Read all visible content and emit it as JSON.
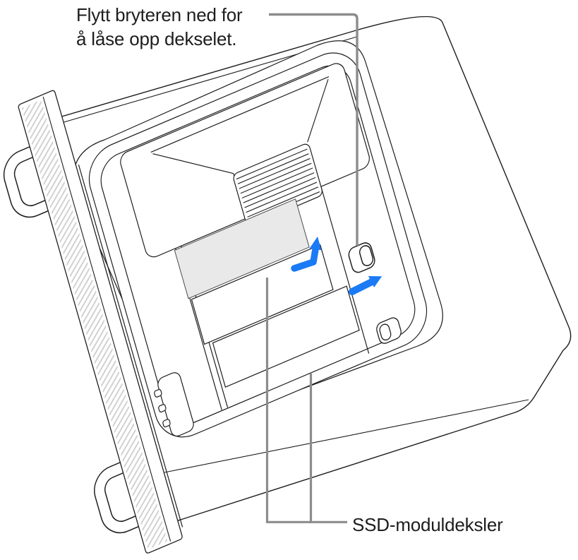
{
  "labels": {
    "unlock": {
      "lines": [
        "Flytt bryteren ned for",
        "å låse opp dekselet."
      ]
    },
    "ssd_covers": {
      "text": "SSD-moduldeksler"
    }
  },
  "colors": {
    "accent_blue": "#1B7AF5",
    "callout_gray": "#8C8C8C",
    "ink": "#1D1D1F",
    "module_fill": "#E9E9E9",
    "hatch_gray": "#CFCFCF",
    "background": "#FFFFFF"
  },
  "illustration": {
    "subject": "Mac Pro on its side with side panel removed",
    "parts": {
      "lock_switch": "lock-switch",
      "ssd_module": "ssd-module",
      "ssd_covers": "ssd-module-covers"
    }
  }
}
